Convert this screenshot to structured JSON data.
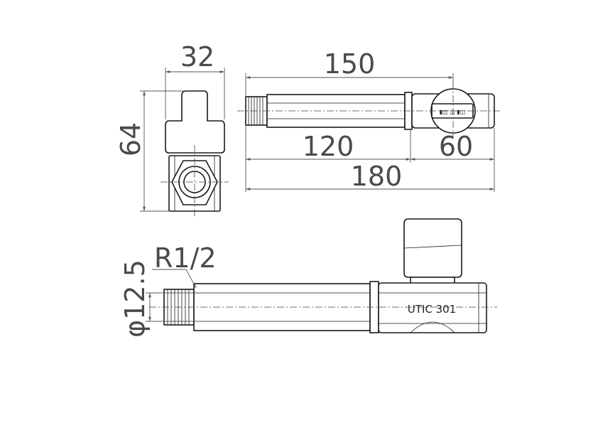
{
  "dimensions": {
    "width_32": "32",
    "height_64": "64",
    "length_150": "150",
    "length_120": "120",
    "length_60": "60",
    "length_180": "180",
    "thread": "R1/2",
    "diameter": "φ12.5"
  },
  "markings": {
    "top_view_label": "",
    "side_label": "UTIC  301"
  },
  "colors": {
    "line": "#1a1a1a",
    "dimension_text": "#4a4a4a"
  }
}
